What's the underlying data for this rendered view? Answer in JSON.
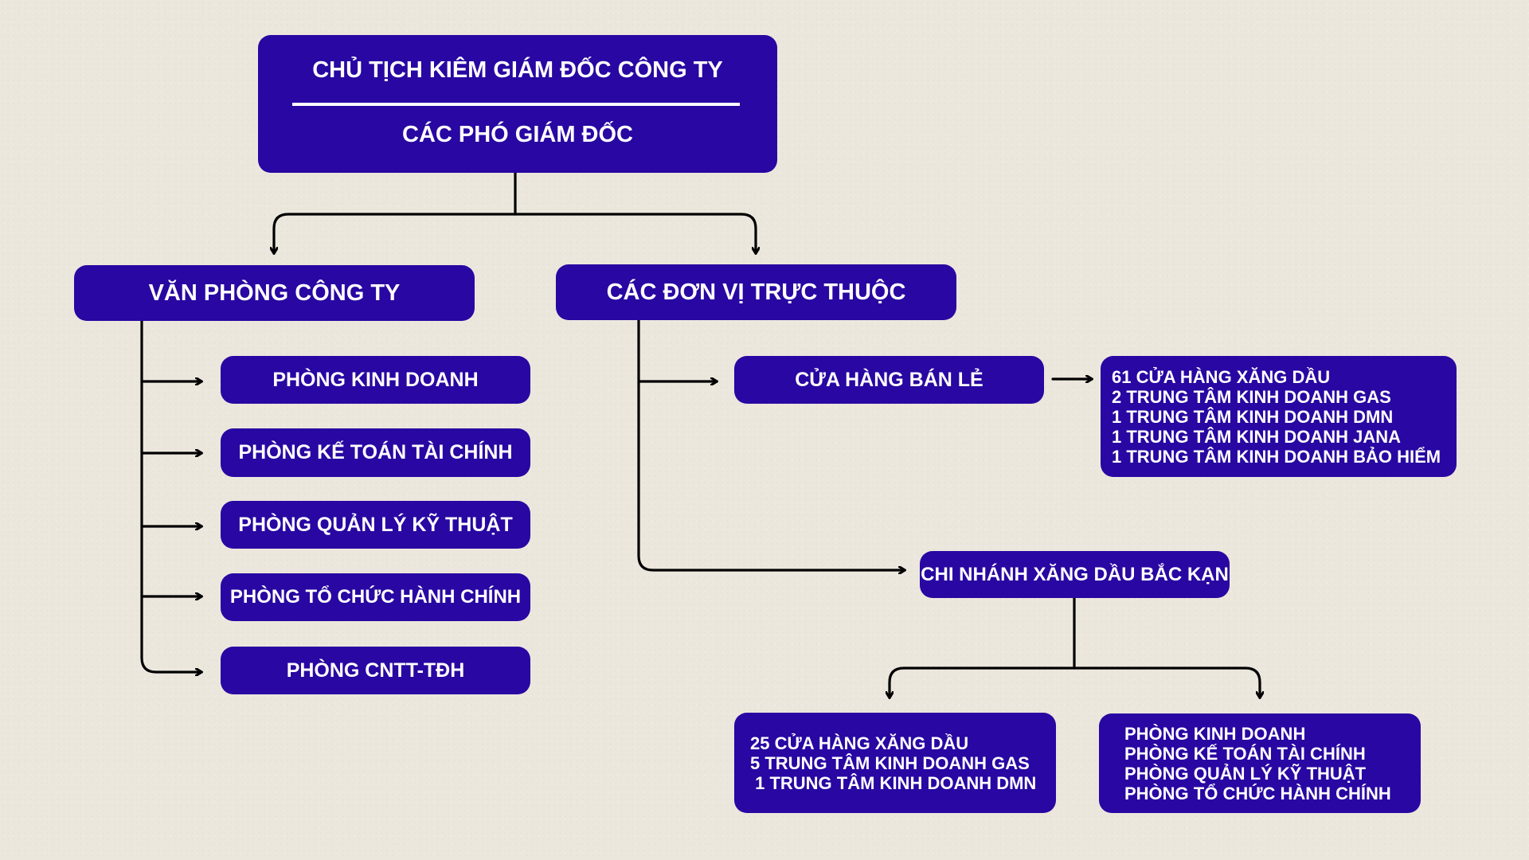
{
  "colors": {
    "box": "#2807a2",
    "text": "#ffffff",
    "line": "#000000",
    "background": "#ece7dd"
  },
  "top": {
    "title": "CHỦ TỊCH KIÊM GIÁM ĐỐC CÔNG TY",
    "subtitle": "CÁC PHÓ GIÁM ĐỐC"
  },
  "office": {
    "title": "VĂN PHÒNG CÔNG TY",
    "departments": [
      "PHÒNG KINH DOANH",
      "PHÒNG KẾ TOÁN TÀI CHÍNH",
      "PHÒNG QUẢN LÝ KỸ THUẬT",
      "PHÒNG TỔ CHỨC HÀNH CHÍNH",
      "PHÒNG CNTT-TĐH"
    ]
  },
  "units": {
    "title": "CÁC ĐƠN VỊ TRỰC THUỘC",
    "retail": {
      "title": "CỬA HÀNG BÁN LẺ",
      "details": [
        "61 CỬA HÀNG XĂNG DẦU",
        "2 TRUNG TÂM KINH DOANH GAS",
        "1 TRUNG TÂM KINH DOANH DMN",
        "1 TRUNG TÂM KINH DOANH JANA",
        "1 TRUNG TÂM KINH DOANH BẢO HIỂM"
      ]
    },
    "branch": {
      "title": "CHI NHÁNH XĂNG DẦU BẮC KẠN",
      "stores": [
        "25 CỬA HÀNG XĂNG DẦU",
        "5 TRUNG TÂM KINH DOANH GAS",
        " 1 TRUNG TÂM KINH DOANH DMN"
      ],
      "departments": [
        "PHÒNG KINH DOANH",
        "PHÒNG KẾ TOÁN TÀI CHÍNH",
        "PHÒNG QUẢN LÝ KỸ THUẬT",
        "PHÒNG TỔ CHỨC HÀNH CHÍNH"
      ]
    }
  }
}
